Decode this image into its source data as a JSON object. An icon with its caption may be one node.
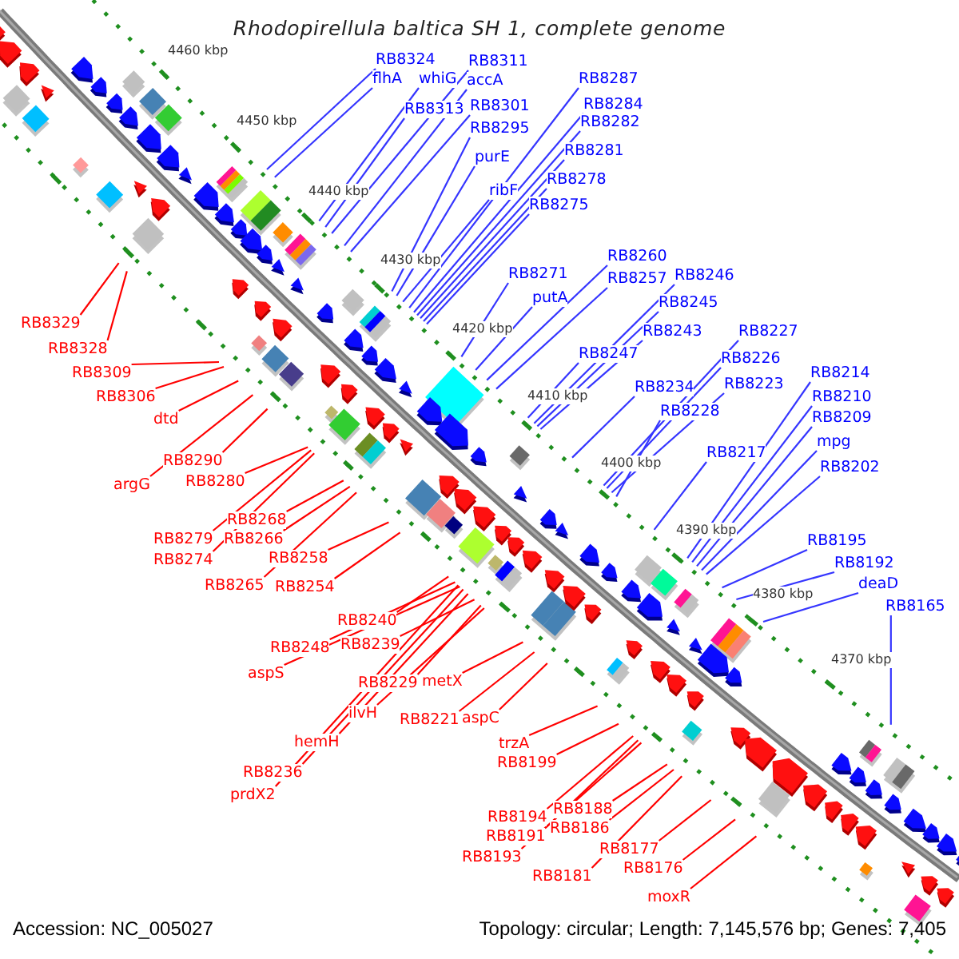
{
  "diagram": {
    "title": "Rhodopirellula baltica SH 1, complete genome",
    "nodes": [
      {
        "text": [
          "RB8324"
        ]
      },
      {
        "text": [
          "RB8311"
        ]
      },
      {
        "text": [
          "flhA"
        ]
      },
      {
        "text": [
          "whiG"
        ]
      },
      {
        "text": [
          "accA"
        ]
      },
      {
        "text": [
          "RB8287"
        ]
      },
      {
        "text": [
          "RB8284"
        ]
      },
      {
        "text": [
          "RB8301"
        ]
      },
      {
        "text": [
          "RB8313"
        ]
      },
      {
        "text": [
          "RB8282"
        ]
      },
      {
        "text": [
          "RB8295"
        ]
      },
      {
        "text": [
          "RB8281"
        ]
      },
      {
        "text": [
          "purE"
        ]
      },
      {
        "text": [
          "RB8278"
        ]
      },
      {
        "text": [
          "ribF"
        ]
      },
      {
        "text": [
          "RB8275"
        ]
      },
      {
        "text": [
          "RB8260"
        ]
      },
      {
        "text": [
          "RB8271"
        ]
      },
      {
        "text": [
          "RB8246"
        ]
      },
      {
        "text": [
          "RB8257"
        ]
      },
      {
        "text": [
          "putA"
        ]
      },
      {
        "text": [
          "RB8245"
        ]
      },
      {
        "text": [
          "RB8243"
        ]
      },
      {
        "text": [
          "RB8227"
        ]
      },
      {
        "text": [
          "RB8247"
        ]
      },
      {
        "text": [
          "RB8226"
        ]
      },
      {
        "text": [
          "RB8214"
        ]
      },
      {
        "text": [
          "RB8223"
        ]
      },
      {
        "text": [
          "RB8234"
        ]
      },
      {
        "text": [
          "RB8210"
        ]
      },
      {
        "text": [
          "RB8228"
        ]
      },
      {
        "text": [
          "RB8209"
        ]
      },
      {
        "text": [
          "mpg"
        ]
      },
      {
        "text": [
          "RB8217"
        ]
      },
      {
        "text": [
          "RB8202"
        ]
      },
      {
        "text": [
          "RB8195"
        ]
      },
      {
        "text": [
          "RB8192"
        ]
      },
      {
        "text": [
          "deaD"
        ]
      },
      {
        "text": [
          "RB8165"
        ]
      },
      {
        "text": [
          "RB8329"
        ]
      },
      {
        "text": [
          "RB8328"
        ]
      },
      {
        "text": [
          "RB8309"
        ]
      },
      {
        "text": [
          "RB8306"
        ]
      },
      {
        "text": [
          "dtd"
        ]
      },
      {
        "text": [
          "RB8290"
        ]
      },
      {
        "text": [
          "RB8280"
        ]
      },
      {
        "text": [
          "argG"
        ]
      },
      {
        "text": [
          "RB8268"
        ]
      },
      {
        "text": [
          "RB8279"
        ]
      },
      {
        "text": [
          "RB8266"
        ]
      },
      {
        "text": [
          "RB8258"
        ]
      },
      {
        "text": [
          "RB8274"
        ]
      },
      {
        "text": [
          "RB8265"
        ]
      },
      {
        "text": [
          "RB8254"
        ]
      },
      {
        "text": [
          "RB8240"
        ]
      },
      {
        "text": [
          "RB8239"
        ]
      },
      {
        "text": [
          "RB8248"
        ]
      },
      {
        "text": [
          "aspS"
        ]
      },
      {
        "text": [
          "metX"
        ]
      },
      {
        "text": [
          "RB8229"
        ]
      },
      {
        "text": [
          "ilvH"
        ]
      },
      {
        "text": [
          "aspC"
        ]
      },
      {
        "text": [
          "RB8221"
        ]
      },
      {
        "text": [
          "hemH"
        ]
      },
      {
        "text": [
          "trzA"
        ]
      },
      {
        "text": [
          "RB8199"
        ]
      },
      {
        "text": [
          "RB8236"
        ]
      },
      {
        "text": [
          "prdX2"
        ]
      },
      {
        "text": [
          "RB8188"
        ]
      },
      {
        "text": [
          "RB8194"
        ]
      },
      {
        "text": [
          "RB8186"
        ]
      },
      {
        "text": [
          "RB8191"
        ]
      },
      {
        "text": [
          "RB8177"
        ]
      },
      {
        "text": [
          "RB8193"
        ]
      },
      {
        "text": [
          "RB8176"
        ]
      },
      {
        "text": [
          "RB8181"
        ]
      },
      {
        "text": [
          "moxR"
        ]
      }
    ],
    "edges": [
      {
        "from": 0,
        "to": null,
        "arrow": "none"
      },
      {
        "from": 1,
        "to": null,
        "arrow": "none"
      },
      {
        "from": 2,
        "to": null,
        "arrow": "none"
      },
      {
        "from": 3,
        "to": null,
        "arrow": "none"
      },
      {
        "from": 4,
        "to": null,
        "arrow": "none"
      },
      {
        "from": 5,
        "to": null,
        "arrow": "none"
      },
      {
        "from": 6,
        "to": null,
        "arrow": "none"
      },
      {
        "from": 7,
        "to": null,
        "arrow": "none"
      },
      {
        "from": 8,
        "to": null,
        "arrow": "none"
      },
      {
        "from": 9,
        "to": null,
        "arrow": "none"
      },
      {
        "from": 10,
        "to": null,
        "arrow": "none"
      },
      {
        "from": 11,
        "to": null,
        "arrow": "none"
      },
      {
        "from": 12,
        "to": null,
        "arrow": "none"
      },
      {
        "from": 13,
        "to": null,
        "arrow": "none"
      },
      {
        "from": 14,
        "to": null,
        "arrow": "none"
      },
      {
        "from": 15,
        "to": null,
        "arrow": "none"
      },
      {
        "from": 16,
        "to": null,
        "arrow": "none"
      },
      {
        "from": 17,
        "to": null,
        "arrow": "none"
      },
      {
        "from": 18,
        "to": null,
        "arrow": "none"
      },
      {
        "from": 19,
        "to": null,
        "arrow": "none"
      },
      {
        "from": 20,
        "to": null,
        "arrow": "none"
      },
      {
        "from": 21,
        "to": null,
        "arrow": "none"
      },
      {
        "from": 22,
        "to": null,
        "arrow": "none"
      },
      {
        "from": 23,
        "to": null,
        "arrow": "none"
      },
      {
        "from": 24,
        "to": null,
        "arrow": "none"
      },
      {
        "from": 25,
        "to": null,
        "arrow": "none"
      },
      {
        "from": 26,
        "to": null,
        "arrow": "none"
      },
      {
        "from": 27,
        "to": null,
        "arrow": "none"
      },
      {
        "from": 28,
        "to": null,
        "arrow": "none"
      },
      {
        "from": 29,
        "to": null,
        "arrow": "none"
      },
      {
        "from": 30,
        "to": null,
        "arrow": "none"
      },
      {
        "from": 31,
        "to": null,
        "arrow": "none"
      },
      {
        "from": 32,
        "to": null,
        "arrow": "none"
      },
      {
        "from": 33,
        "to": null,
        "arrow": "none"
      },
      {
        "from": 34,
        "to": null,
        "arrow": "none"
      },
      {
        "from": 35,
        "to": null,
        "arrow": "none"
      },
      {
        "from": 36,
        "to": null,
        "arrow": "none"
      },
      {
        "from": 37,
        "to": null,
        "arrow": "none"
      },
      {
        "from": 38,
        "to": null,
        "arrow": "none"
      },
      {
        "from": 39,
        "to": null,
        "arrow": "none",
        "color": "#ff0000"
      },
      {
        "from": 40,
        "to": null,
        "arrow": "none",
        "color": "#ff0000"
      },
      {
        "from": 41,
        "to": null,
        "arrow": "none",
        "color": "#ff0000"
      },
      {
        "from": 42,
        "to": null,
        "arrow": "none",
        "color": "#ff0000"
      },
      {
        "from": 43,
        "to": null,
        "arrow": "none",
        "color": "#ff0000"
      },
      {
        "from": 44,
        "to": null,
        "arrow": "none",
        "color": "#ff0000"
      },
      {
        "from": 45,
        "to": null,
        "arrow": "none",
        "color": "#ff0000"
      },
      {
        "from": 46,
        "to": null,
        "arrow": "none",
        "color": "#ff0000"
      },
      {
        "from": 47,
        "to": null,
        "arrow": "none",
        "color": "#ff0000"
      },
      {
        "from": 48,
        "to": null,
        "arrow": "none",
        "color": "#ff0000"
      },
      {
        "from": 49,
        "to": null,
        "arrow": "none",
        "color": "#ff0000"
      },
      {
        "from": 50,
        "to": null,
        "arrow": "none",
        "color": "#ff0000"
      },
      {
        "from": 51,
        "to": null,
        "arrow": "none",
        "color": "#ff0000"
      },
      {
        "from": 52,
        "to": null,
        "arrow": "none",
        "color": "#ff0000"
      },
      {
        "from": 53,
        "to": null,
        "arrow": "none",
        "color": "#ff0000"
      },
      {
        "from": 54,
        "to": null,
        "arrow": "none",
        "color": "#ff0000"
      },
      {
        "from": 55,
        "to": null,
        "arrow": "none",
        "color": "#ff0000"
      },
      {
        "from": 56,
        "to": null,
        "arrow": "none",
        "color": "#ff0000"
      },
      {
        "from": 57,
        "to": null,
        "arrow": "none",
        "color": "#ff0000"
      },
      {
        "from": 58,
        "to": null,
        "arrow": "none",
        "color": "#ff0000"
      },
      {
        "from": 59,
        "to": null,
        "arrow": "none",
        "color": "#ff0000"
      },
      {
        "from": 60,
        "to": null,
        "arrow": "none",
        "color": "#ff0000"
      },
      {
        "from": 61,
        "to": null,
        "arrow": "none",
        "color": "#ff0000"
      },
      {
        "from": 62,
        "to": null,
        "arrow": "none",
        "color": "#ff0000"
      },
      {
        "from": 63,
        "to": null,
        "arrow": "none",
        "color": "#ff0000"
      },
      {
        "from": 64,
        "to": null,
        "arrow": "none",
        "color": "#ff0000"
      },
      {
        "from": 65,
        "to": null,
        "arrow": "none",
        "color": "#ff0000"
      },
      {
        "from": 66,
        "to": null,
        "arrow": "none",
        "color": "#ff0000"
      },
      {
        "from": 67,
        "to": null,
        "arrow": "none",
        "color": "#ff0000"
      },
      {
        "from": 68,
        "to": null,
        "arrow": "none",
        "color": "#ff0000"
      },
      {
        "from": 69,
        "to": null,
        "arrow": "none",
        "color": "#ff0000"
      },
      {
        "from": 70,
        "to": null,
        "arrow": "none",
        "color": "#ff0000"
      },
      {
        "from": 71,
        "to": null,
        "arrow": "none",
        "color": "#ff0000"
      },
      {
        "from": 72,
        "to": null,
        "arrow": "none",
        "color": "#ff0000"
      },
      {
        "from": 73,
        "to": null,
        "arrow": "none",
        "color": "#ff0000"
      },
      {
        "from": 74,
        "to": null,
        "arrow": "none",
        "color": "#ff0000"
      },
      {
        "from": 75,
        "to": null,
        "arrow": "none",
        "color": "#ff0000"
      },
      {
        "from": 76,
        "to": null,
        "arrow": "none",
        "color": "#ff0000"
      }
    ],
    "labels": [
      "4460 kbp",
      "4450 kbp",
      "4440 kbp",
      "4430 kbp",
      "4420 kbp",
      "4410 kbp",
      "4400 kbp",
      "4390 kbp",
      "4380 kbp",
      "4370 kbp",
      "Accession: NC_005027",
      "Topology: circular; Length: 7,145,576 bp; Genes: 7,405"
    ]
  }
}
